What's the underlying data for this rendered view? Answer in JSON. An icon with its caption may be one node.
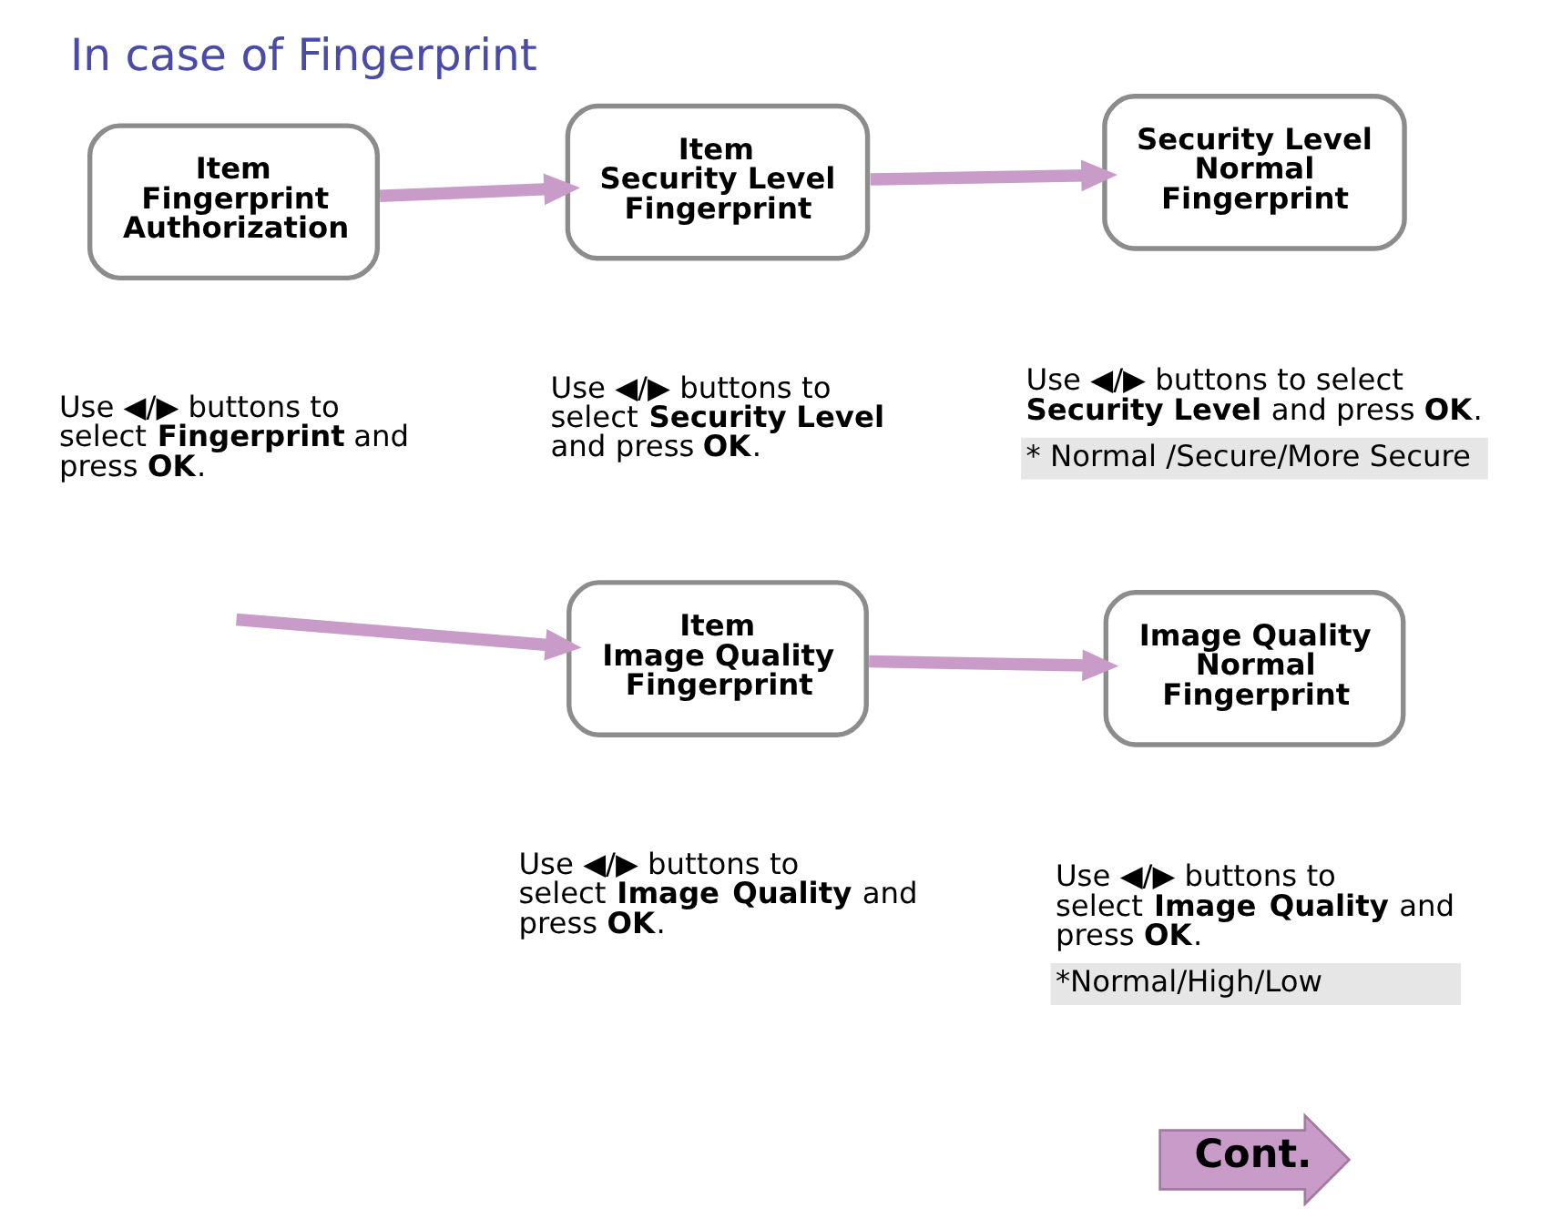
{
  "diagram": {
    "title": "In case of Fingerprint",
    "nodes": [
      {
        "text": [
          "Item",
          "Fingerprint",
          "Authorization"
        ],
        "beside": [
          "Use ◀/▶ buttons to select **Fingerprint** and press **OK**."
        ]
      },
      {
        "text": [
          "Item",
          "Security Level",
          "Fingerprint"
        ],
        "beside": [
          "Use ◀/▶ buttons to select **Security Level** and press **OK**."
        ]
      },
      {
        "text": [
          "Security Level",
          "Normal",
          "Fingerprint"
        ],
        "beside": [
          "Use ◀/▶ buttons to select **Security Level** and press **OK**.",
          "* Normal /Secure/More Secure"
        ]
      },
      {
        "text": [
          "Item",
          "Image Quality",
          "Fingerprint"
        ],
        "beside": [
          "Use ◀/▶ buttons to select **Image Quality** and press **OK**."
        ]
      },
      {
        "text": [
          "Image Quality",
          "Normal",
          "Fingerprint"
        ],
        "beside": [
          "Use ◀/▶ buttons to select **Image Quality** and press **OK**.",
          "*Normal/High/Low"
        ]
      },
      {
        "text": [
          "Cont."
        ]
      }
    ],
    "edges": [
      {
        "from": 0,
        "to": 1,
        "arrow": "to"
      },
      {
        "from": 1,
        "to": 2,
        "arrow": "to"
      },
      {
        "from": null,
        "to": 3,
        "arrow": "to"
      },
      {
        "from": 3,
        "to": 4,
        "arrow": "to"
      }
    ]
  }
}
